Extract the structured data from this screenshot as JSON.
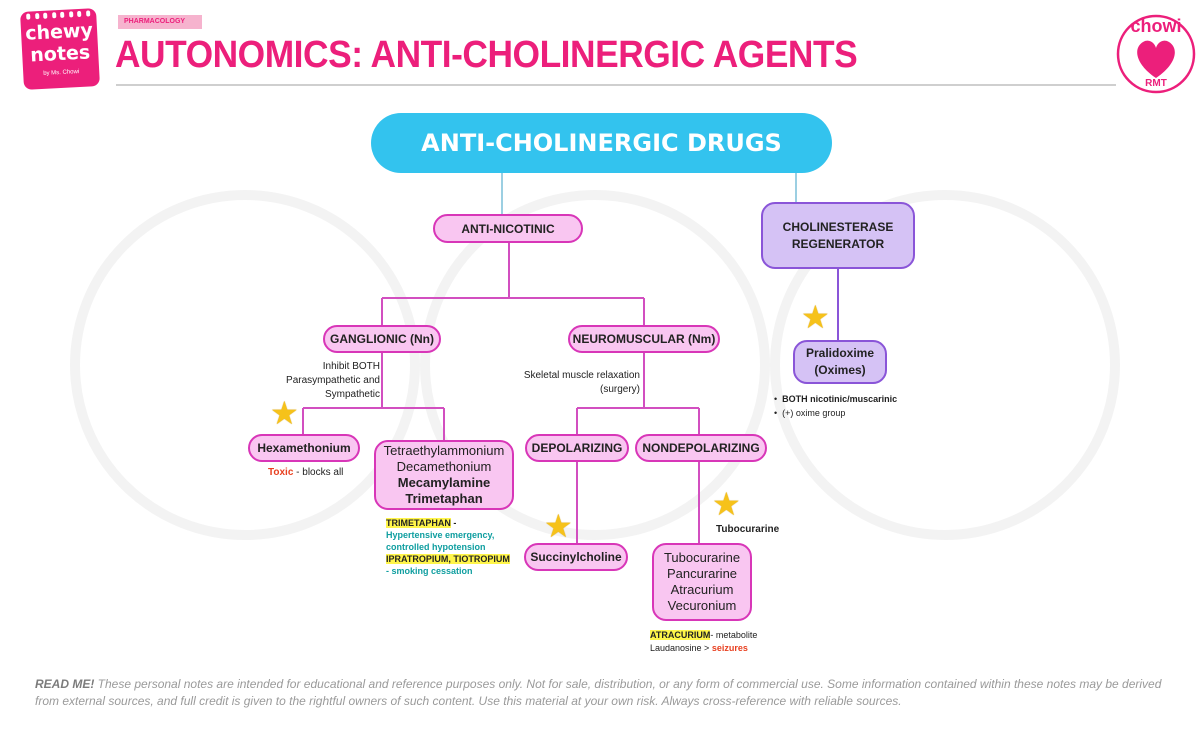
{
  "header": {
    "logo_line1": "chewy",
    "logo_line2": "notes",
    "logo_by": "by Ms. Chowi",
    "subject_tag": "PHARMACOLOGY",
    "title": "AUTONOMICS: ANTI-CHOLINERGIC AGENTS",
    "brand_name": "chowi",
    "brand_sub": "RMT"
  },
  "diagram": {
    "root": "ANTI-CHOLINERGIC DRUGS",
    "anti_nicotinic": "ANTI-NICOTINIC",
    "cholinesterase": [
      "CHOLINESTERASE",
      "REGENERATOR"
    ],
    "ganglionic": "GANGLIONIC (Nn)",
    "ganglionic_note": [
      "Inhibit BOTH",
      "Parasympathetic and",
      "Sympathetic"
    ],
    "neuromuscular": "NEUROMUSCULAR (Nm)",
    "neuromuscular_note": [
      "Skeletal muscle relaxation",
      "(surgery)"
    ],
    "hexamethonium": "Hexamethonium",
    "hexa_toxic": "Toxic",
    "hexa_note": " - blocks all",
    "ganglionic_list": [
      "Tetraethylammonium",
      "Decamethonium",
      "Mecamylamine",
      "Trimetaphan"
    ],
    "trimetaphan_hl": "TRIMETAPHAN",
    "trimetaphan_dash": " -",
    "trimetaphan_use1": "Hypertensive emergency,",
    "trimetaphan_use2": "controlled hypotension",
    "ipratropium_hl": "IPRATROPIUM, TIOTROPIUM",
    "ipratropium_use": "- smoking cessation",
    "depolarizing": "DEPOLARIZING",
    "nondepolarizing": "NONDEPOLARIZING",
    "succinylcholine": "Succinylcholine",
    "tubocurarine_label": "Tubocurarine",
    "nondepol_list": [
      "Tubocurarine",
      "Pancurarine",
      "Atracurium",
      "Vecuronium"
    ],
    "atracurium_hl": "ATRACURIUM",
    "atracurium_note1": "- metabolite",
    "atracurium_note2": "Laudanosine > ",
    "atracurium_seizures": "seizures",
    "pralidoxime": [
      "Pralidoxime",
      "(Oximes)"
    ],
    "pralidoxime_bullets": [
      "BOTH nicotinic/muscarinic",
      "(+) oxime group"
    ]
  },
  "footer": {
    "lead": "READ ME!",
    "text": " These personal notes are intended for educational and reference purposes only.  Not for sale, distribution, or any form of commercial use. Some information contained within these notes may be derived from external sources, and full credit is given to the rightful owners of such content. Use this material at your own risk. Always cross-reference with reliable sources."
  },
  "colors": {
    "brand_pink": "#ec1f7b",
    "node_pink_fill": "#f9c6f1",
    "node_pink_border": "#d836b8",
    "node_purple_fill": "#d5c2f5",
    "node_purple_border": "#8a55d8",
    "root_blue": "#33c3ee",
    "star_yellow": "#f6c21a",
    "highlight_yellow": "#fff54a",
    "teal_text": "#0f9ea0",
    "red_text": "#e84020"
  },
  "icons": [
    "star-icon",
    "heart-icon",
    "bullet-icon"
  ]
}
